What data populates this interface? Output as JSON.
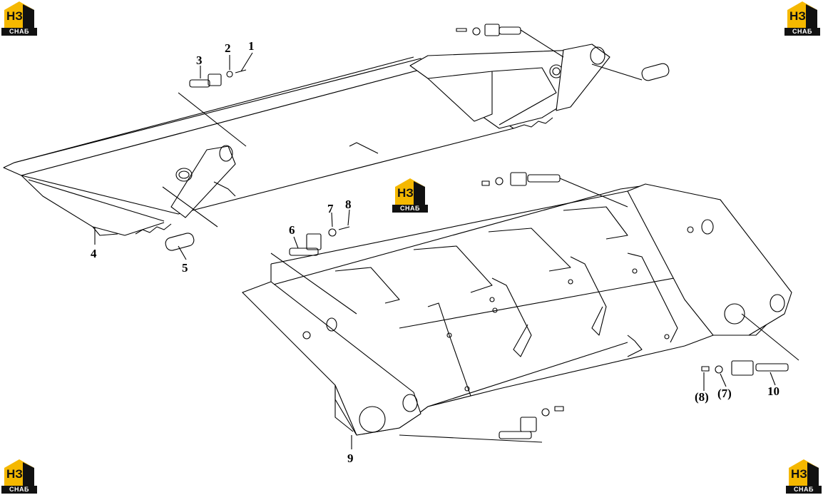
{
  "diagram": {
    "callouts": [
      {
        "id": "c1",
        "text": "1"
      },
      {
        "id": "c2",
        "text": "2"
      },
      {
        "id": "c3",
        "text": "3"
      },
      {
        "id": "c4",
        "text": "4"
      },
      {
        "id": "c5",
        "text": "5"
      },
      {
        "id": "c6",
        "text": "6"
      },
      {
        "id": "c7",
        "text": "7"
      },
      {
        "id": "c8",
        "text": "8"
      },
      {
        "id": "c9",
        "text": "9"
      },
      {
        "id": "c10",
        "text": "10"
      },
      {
        "id": "c7b",
        "text": "(7)"
      },
      {
        "id": "c8b",
        "text": "(8)"
      }
    ]
  },
  "watermark": {
    "mark": "НЗ",
    "caption": "СНАБ",
    "colors": {
      "accent": "#f5b800",
      "dark": "#111111"
    }
  }
}
